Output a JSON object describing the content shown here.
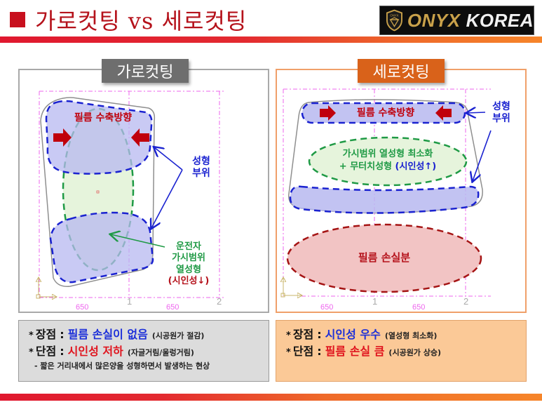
{
  "header": {
    "title": "가로컷팅 vs 세로컷팅",
    "title_color": "#b5121b",
    "logo": {
      "brand": "ONYX",
      "suffix": "KOREA",
      "badge_text": "ONYX"
    }
  },
  "colors": {
    "accent_red": "#c8101e",
    "bar_gradient": [
      "#e0182f",
      "#f6852a"
    ],
    "shaping_zone_fill": "#c9c9f5",
    "shaping_zone_stroke": "#1a22d0",
    "visibility_zone_fill": "#e6f4dc",
    "visibility_zone_stroke": "#1f9a45",
    "loss_zone_fill": "#f2c4c4",
    "loss_zone_stroke": "#a51414",
    "arrow_red": "#c0000c",
    "grid_pink": "#ee66ee"
  },
  "left_panel": {
    "tag": "가로컷팅",
    "shrink_label": "필름 수축방향",
    "shaping_label_1": "성형",
    "shaping_label_2": "부위",
    "visibility_label_1": "운전자",
    "visibility_label_2": "가시범위",
    "visibility_label_3": "열성형",
    "visibility_label_4": "(시인성↓)",
    "dims": [
      "650",
      "650"
    ],
    "grid_nums": [
      "1",
      "2"
    ]
  },
  "right_panel": {
    "tag": "세로컷팅",
    "shrink_label": "필름 수축방향",
    "shaping_label_1": "성형",
    "shaping_label_2": "부위",
    "center_label_1": "가시범위 열성형 최소화",
    "center_label_2_prefix": "+ 무터치성형",
    "center_label_2_suffix": "(시인성↑)",
    "loss_label": "필름 손실분",
    "dims": [
      "650",
      "650"
    ],
    "grid_nums": [
      "1",
      "2"
    ]
  },
  "left_info": {
    "pro_key": "장점",
    "pro_value": "필름 손실이 없음",
    "pro_note": "(시공원가 절감)",
    "con_key": "단점",
    "con_value": "시인성 저하",
    "con_note": "(자글거림/울렁거림)",
    "sub_note": "- 짧은 거리내에서 많은양을 성형하면서 발생하는 현상"
  },
  "right_info": {
    "pro_key": "장점",
    "pro_value": "시인성 우수",
    "pro_note": "(열성형 최소화)",
    "con_key": "단점",
    "con_value": "필름 손실 큼",
    "con_note": "(시공원가 상승)"
  },
  "symbols": {
    "star": "*",
    "colon": ":"
  }
}
